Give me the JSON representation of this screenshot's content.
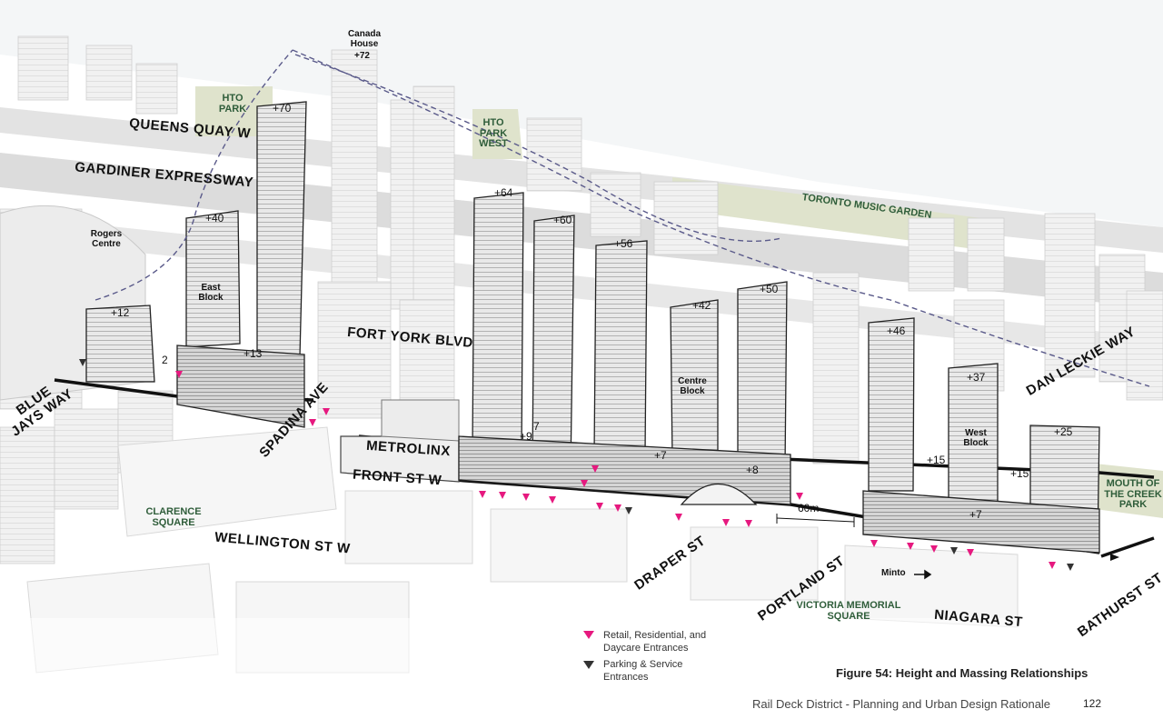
{
  "streets": {
    "queens_quay": "QUEENS QUAY W",
    "gardiner": "GARDINER EXPRESSWAY",
    "fort_york": "FORT YORK BLVD",
    "metrolinx": "METROLINX",
    "front_st": "FRONT ST W",
    "wellington": "WELLINGTON ST W",
    "spadina": "SPADINA AVE",
    "blue_jays": "BLUE JAYS WAY",
    "draper": "DRAPER ST",
    "portland": "PORTLAND ST",
    "niagara": "NIAGARA ST",
    "bathurst": "BATHURST ST",
    "dan_leckie": "DAN LECKIE WAY"
  },
  "parks": {
    "hto_park": "HTO PARK",
    "hto_park_west": "HTO PARK WEST",
    "music_garden": "TORONTO MUSIC GARDEN",
    "clarence": "CLARENCE SQUARE",
    "victoria": "VICTORIA MEMORIAL SQUARE",
    "mouth_creek": "MOUTH OF THE CREEK PARK"
  },
  "places": {
    "canada_house": "Canada House",
    "canada_house_height": "+72",
    "rogers": "Rogers Centre",
    "east_block": "East Block",
    "centre_block": "Centre Block",
    "west_block": "West Block",
    "minto": "Minto",
    "distance": "60m"
  },
  "heights": {
    "h70": "+70",
    "h40": "+40",
    "h12": "+12",
    "h13": "+13",
    "h2": "2",
    "h64": "+64",
    "h60": "+60",
    "h56": "+56",
    "h42": "+42",
    "h50": "+50",
    "h9": "+9",
    "h7a": "7",
    "h7b": "+7",
    "h8": "+8",
    "h46": "+46",
    "h37": "+37",
    "h25": "+25",
    "h15a": "+15",
    "h15b": "+15",
    "h7c": "+7"
  },
  "legend": {
    "retail_label": "Retail, Residential, and Daycare Entrances",
    "parking_label": "Parking & Service Entrances",
    "retail_color": "#e6197f",
    "parking_color": "#333333"
  },
  "caption": "Figure 54: Height and Massing Relationships",
  "footer": "Rail Deck District - Planning and Urban Design Rationale",
  "page_number": "122"
}
